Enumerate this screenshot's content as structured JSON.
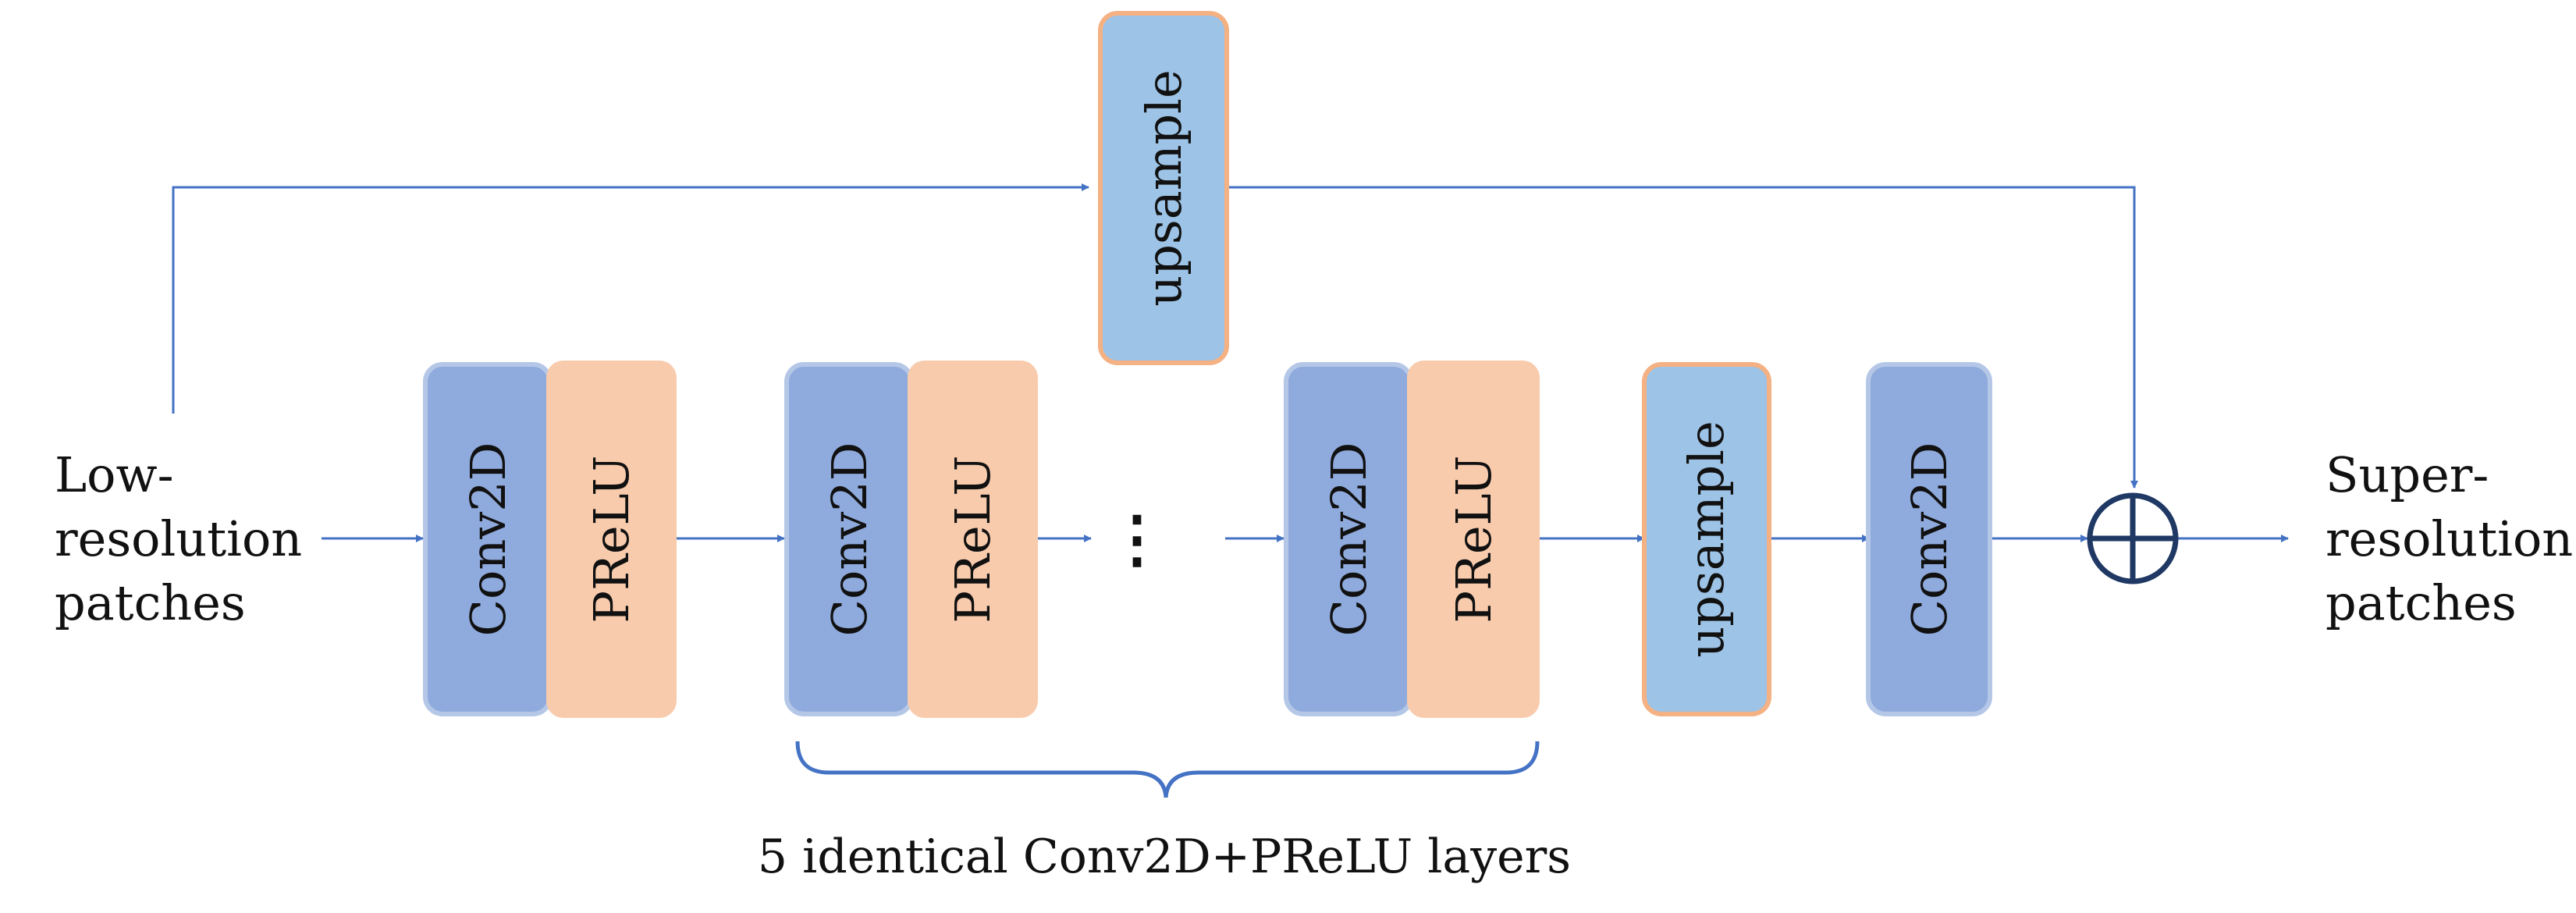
{
  "input_label": [
    "Low-",
    "resolution",
    "patches"
  ],
  "output_label": [
    "Super-",
    "resolution",
    "patches"
  ],
  "blocks": {
    "conv": "Conv2D",
    "prelu": "PReLU",
    "upsample": "upsample"
  },
  "ellipsis": "⋮",
  "brace_caption": "5 identical Conv2D+PReLU layers",
  "colors": {
    "conv_fill": "#8faadc",
    "conv_border": "#b4c7e7",
    "prelu_fill": "#f8cbad",
    "upsample_fill": "#9dc3e6",
    "upsample_border": "#f4b183",
    "arrow": "#4472c4",
    "sum_stroke": "#1f3864"
  },
  "icons": {
    "sum_node": "circle-plus-icon"
  }
}
